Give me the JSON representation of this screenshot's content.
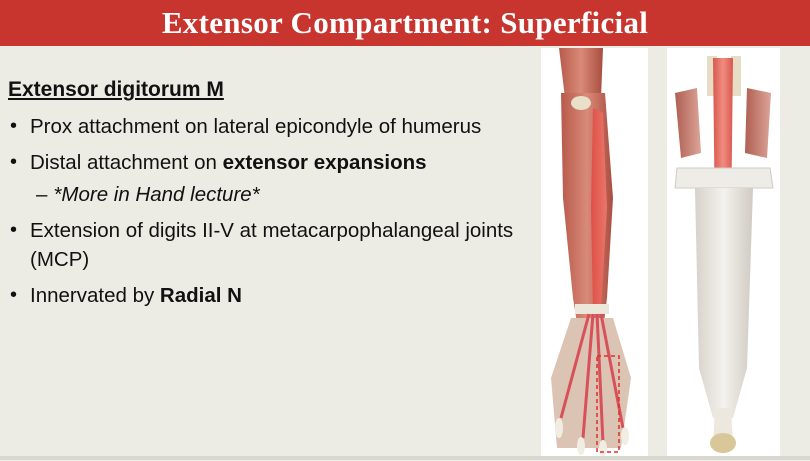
{
  "title": "Extensor Compartment: Superficial",
  "subheading": "Extensor digitorum M",
  "bullets": [
    {
      "text": "Prox attachment on lateral epicondyle of humerus",
      "bold": ""
    },
    {
      "text": "Distal attachment on ",
      "bold": "extensor expansions"
    },
    {
      "text": "Extension of digits II-V at metacarpophalangeal joints (MCP)",
      "bold": ""
    },
    {
      "text": "Innervated by ",
      "bold": "Radial N"
    }
  ],
  "subitem": "*More in Hand lecture*",
  "colors": {
    "title_bar": "#c8352f",
    "background": "#ecebe4",
    "highlight_box": "#d9302a"
  },
  "images": {
    "left": "forearm-posterior-muscles-illustration",
    "right": "extensor-digitorum-isolated-illustration"
  }
}
